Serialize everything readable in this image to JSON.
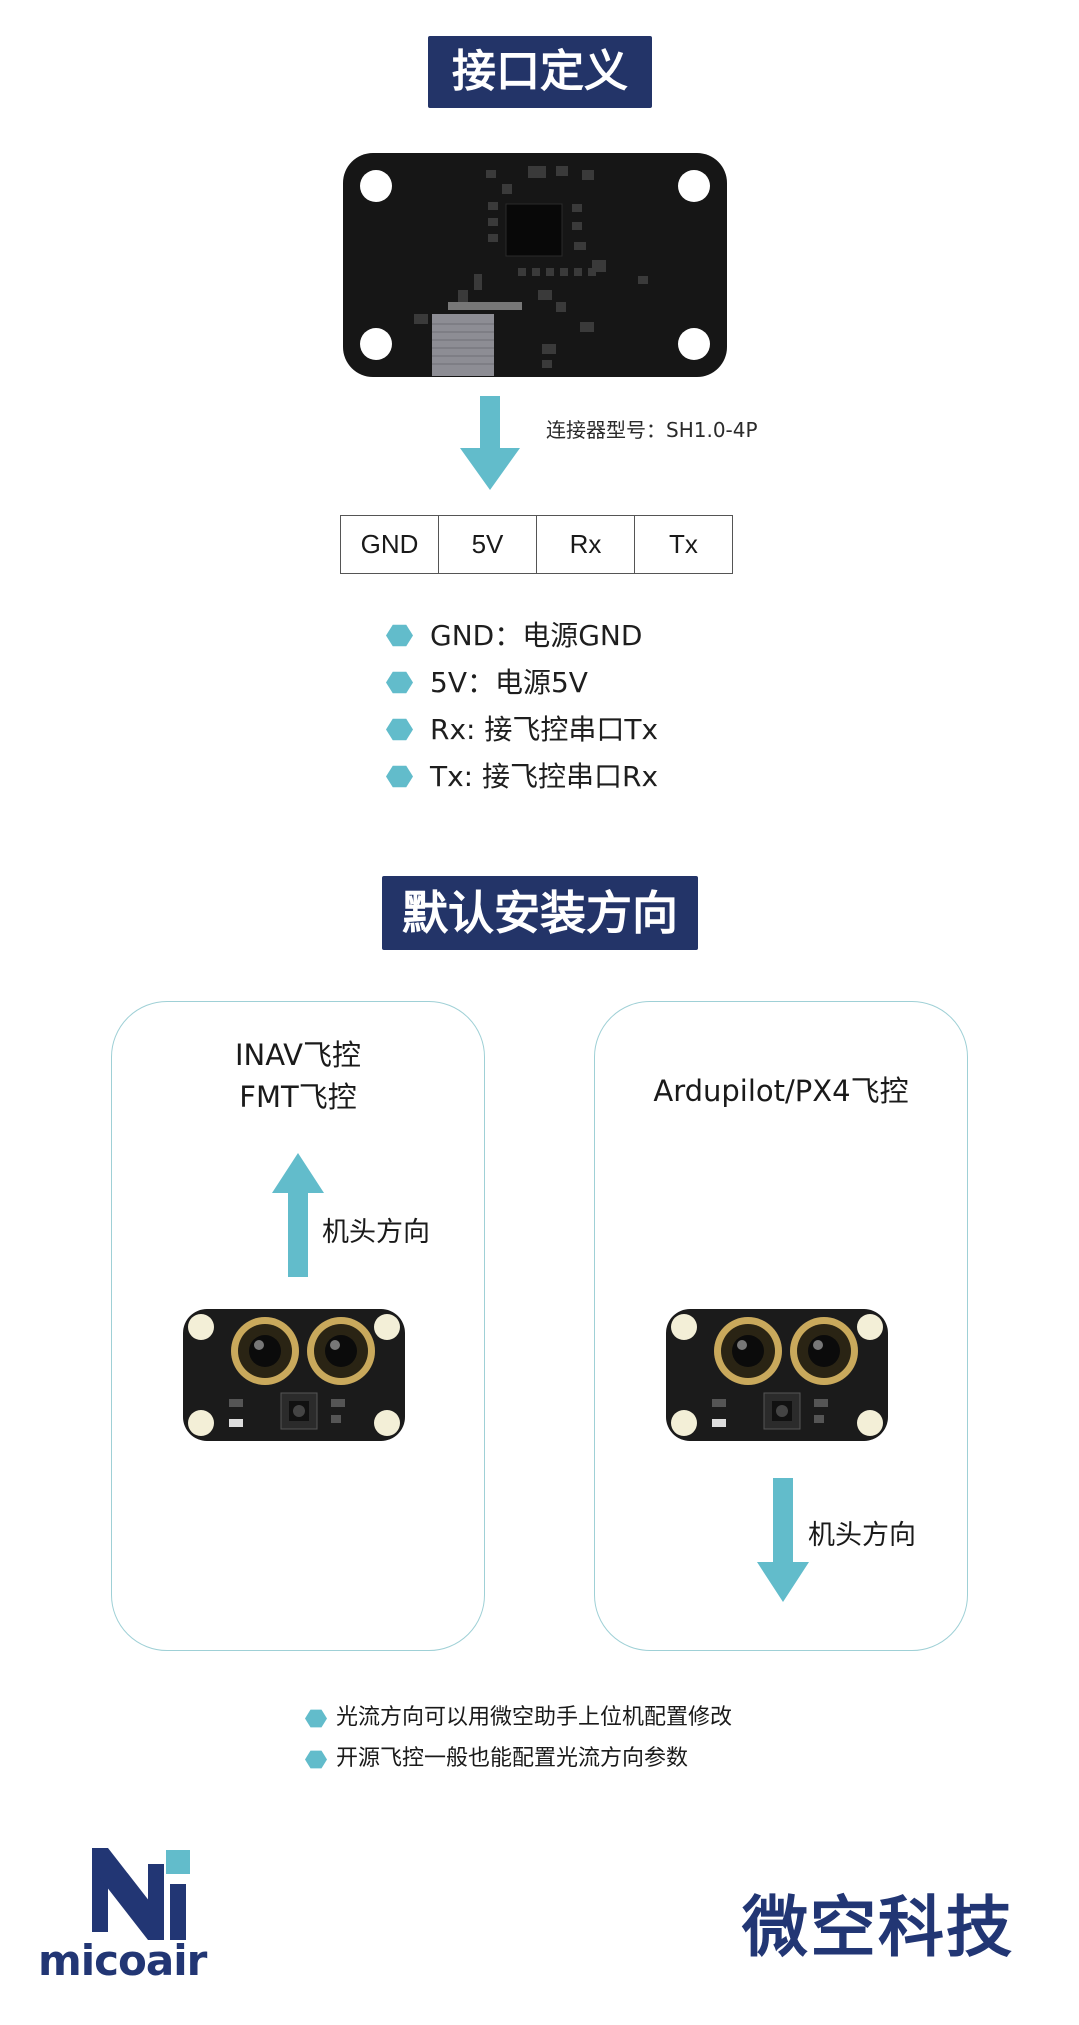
{
  "section1": {
    "title": "接口定义"
  },
  "connector": {
    "label": "连接器型号：SH1.0-4P"
  },
  "pins": [
    "GND",
    "5V",
    "Rx",
    "Tx"
  ],
  "pin_descriptions": [
    "GND：电源GND",
    "5V：电源5V",
    "Rx: 接飞控串口Tx",
    "Tx: 接飞控串口Rx"
  ],
  "section2": {
    "title": "默认安装方向"
  },
  "panels": {
    "left": {
      "title_line1": "INAV飞控",
      "title_line2": "FMT飞控",
      "direction_label": "机头方向"
    },
    "right": {
      "title": "Ardupilot/PX4飞控",
      "direction_label": "机头方向"
    }
  },
  "notes": [
    "光流方向可以用微空助手上位机配置修改",
    "开源飞控一般也能配置光流方向参数"
  ],
  "footer": {
    "logo_text": "micoair",
    "brand": "微空科技"
  },
  "colors": {
    "title_bg": "#233468",
    "accent": "#62bccb",
    "panel_border": "#9fd0d6",
    "brand": "#223674"
  }
}
